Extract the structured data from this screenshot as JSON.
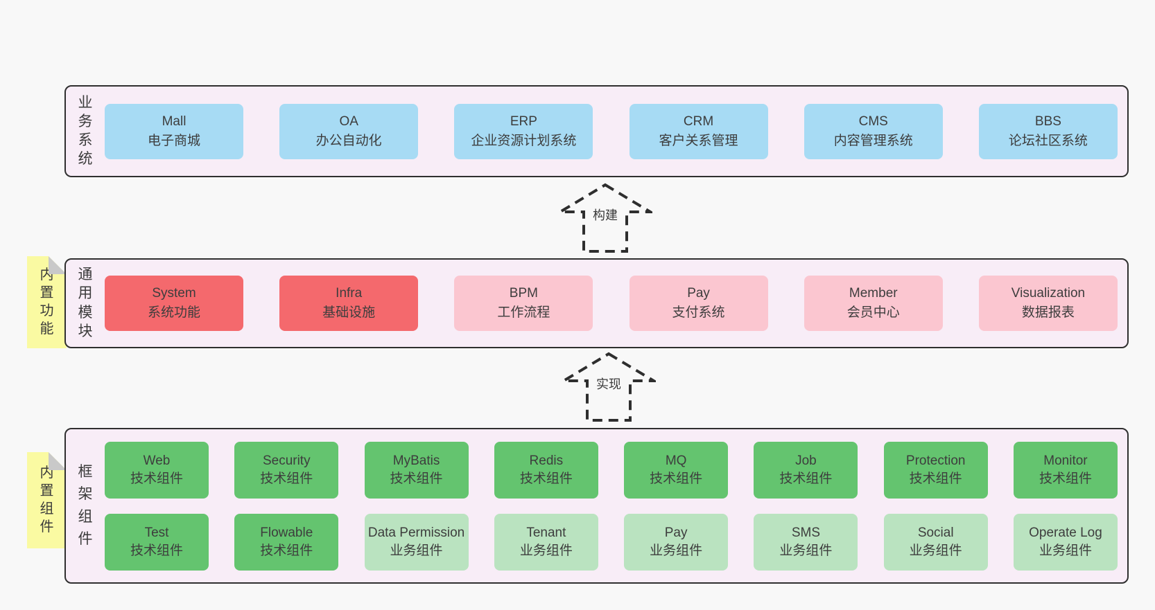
{
  "colors": {
    "page_bg": "#f8f8f8",
    "panel_bg": "#f8edf7",
    "panel_border": "#2f2f2f",
    "blue": "#a7dbf4",
    "red": "#f4696d",
    "pink": "#fbc6d0",
    "green": "#64c46f",
    "light_green": "#bae3c0",
    "note_bg": "#fafaa2",
    "note_fold": "#c9c9c9",
    "text": "#3d3d3d",
    "arrow": "#2e2e2e"
  },
  "sections": [
    {
      "id": "business",
      "label": "业务系统",
      "boxes": [
        {
          "name": "Mall",
          "desc": "电子商城",
          "variant": "blue"
        },
        {
          "name": "OA",
          "desc": "办公自动化",
          "variant": "blue"
        },
        {
          "name": "ERP",
          "desc": "企业资源计划系统",
          "variant": "blue"
        },
        {
          "name": "CRM",
          "desc": "客户关系管理",
          "variant": "blue"
        },
        {
          "name": "CMS",
          "desc": "内容管理系统",
          "variant": "blue"
        },
        {
          "name": "BBS",
          "desc": "论坛社区系统",
          "variant": "blue"
        }
      ]
    },
    {
      "id": "modules",
      "label": "通用模块",
      "note": "内置功能",
      "boxes": [
        {
          "name": "System",
          "desc": "系统功能",
          "variant": "red"
        },
        {
          "name": "Infra",
          "desc": "基础设施",
          "variant": "red"
        },
        {
          "name": "BPM",
          "desc": "工作流程",
          "variant": "pink"
        },
        {
          "name": "Pay",
          "desc": "支付系统",
          "variant": "pink"
        },
        {
          "name": "Member",
          "desc": "会员中心",
          "variant": "pink"
        },
        {
          "name": "Visualization",
          "desc": "数据报表",
          "variant": "pink"
        }
      ]
    },
    {
      "id": "framework",
      "label": "框架组件",
      "note": "内置组件",
      "rows": [
        [
          {
            "name": "Web",
            "desc": "技术组件",
            "variant": "green"
          },
          {
            "name": "Security",
            "desc": "技术组件",
            "variant": "green"
          },
          {
            "name": "MyBatis",
            "desc": "技术组件",
            "variant": "green"
          },
          {
            "name": "Redis",
            "desc": "技术组件",
            "variant": "green"
          },
          {
            "name": "MQ",
            "desc": "技术组件",
            "variant": "green"
          },
          {
            "name": "Job",
            "desc": "技术组件",
            "variant": "green"
          },
          {
            "name": "Protection",
            "desc": "技术组件",
            "variant": "green"
          },
          {
            "name": "Monitor",
            "desc": "技术组件",
            "variant": "green"
          }
        ],
        [
          {
            "name": "Test",
            "desc": "技术组件",
            "variant": "green"
          },
          {
            "name": "Flowable",
            "desc": "技术组件",
            "variant": "green"
          },
          {
            "name": "Data Permission",
            "desc": "业务组件",
            "variant": "lightgreen"
          },
          {
            "name": "Tenant",
            "desc": "业务组件",
            "variant": "lightgreen"
          },
          {
            "name": "Pay",
            "desc": "业务组件",
            "variant": "lightgreen"
          },
          {
            "name": "SMS",
            "desc": "业务组件",
            "variant": "lightgreen"
          },
          {
            "name": "Social",
            "desc": "业务组件",
            "variant": "lightgreen"
          },
          {
            "name": "Operate Log",
            "desc": "业务组件",
            "variant": "lightgreen"
          }
        ]
      ]
    }
  ],
  "arrows": [
    {
      "label": "构建"
    },
    {
      "label": "实现"
    }
  ]
}
